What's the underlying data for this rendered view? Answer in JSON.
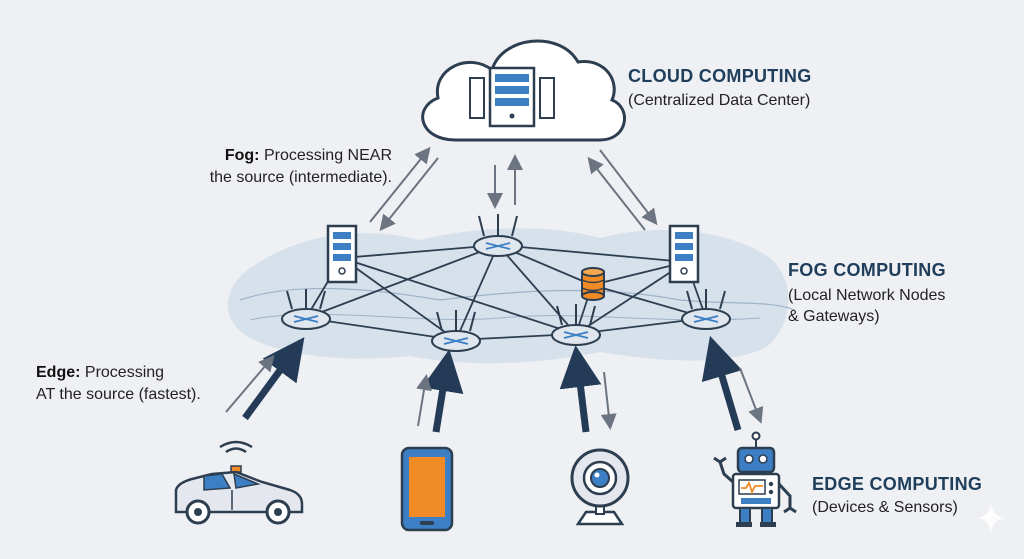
{
  "cloud": {
    "title": "CLOUD COMPUTING",
    "subtitle": "(Centralized Data Center)"
  },
  "fog": {
    "title": "FOG COMPUTING",
    "subtitle_line1": "(Local Network Nodes",
    "subtitle_line2": "& Gateways)"
  },
  "edge": {
    "title": "EDGE COMPUTING",
    "subtitle": "(Devices & Sensors)"
  },
  "notes": {
    "fog_bold": "Fog:",
    "fog_rest_line1": " Processing NEAR",
    "fog_line2": "the source (intermediate).",
    "edge_bold": "Edge:",
    "edge_rest_line1": " Processing",
    "edge_line2": "AT the source (fastest)."
  },
  "colors": {
    "outline": "#2c3e50",
    "accent_blue": "#3d7fc4",
    "orange": "#f08a24",
    "arrow_dark": "#243b57",
    "arrow_light": "#6b7480",
    "fog_fill": "#cfdcea"
  },
  "devices": [
    "car-icon",
    "smartphone-icon",
    "webcam-icon",
    "robot-icon"
  ]
}
